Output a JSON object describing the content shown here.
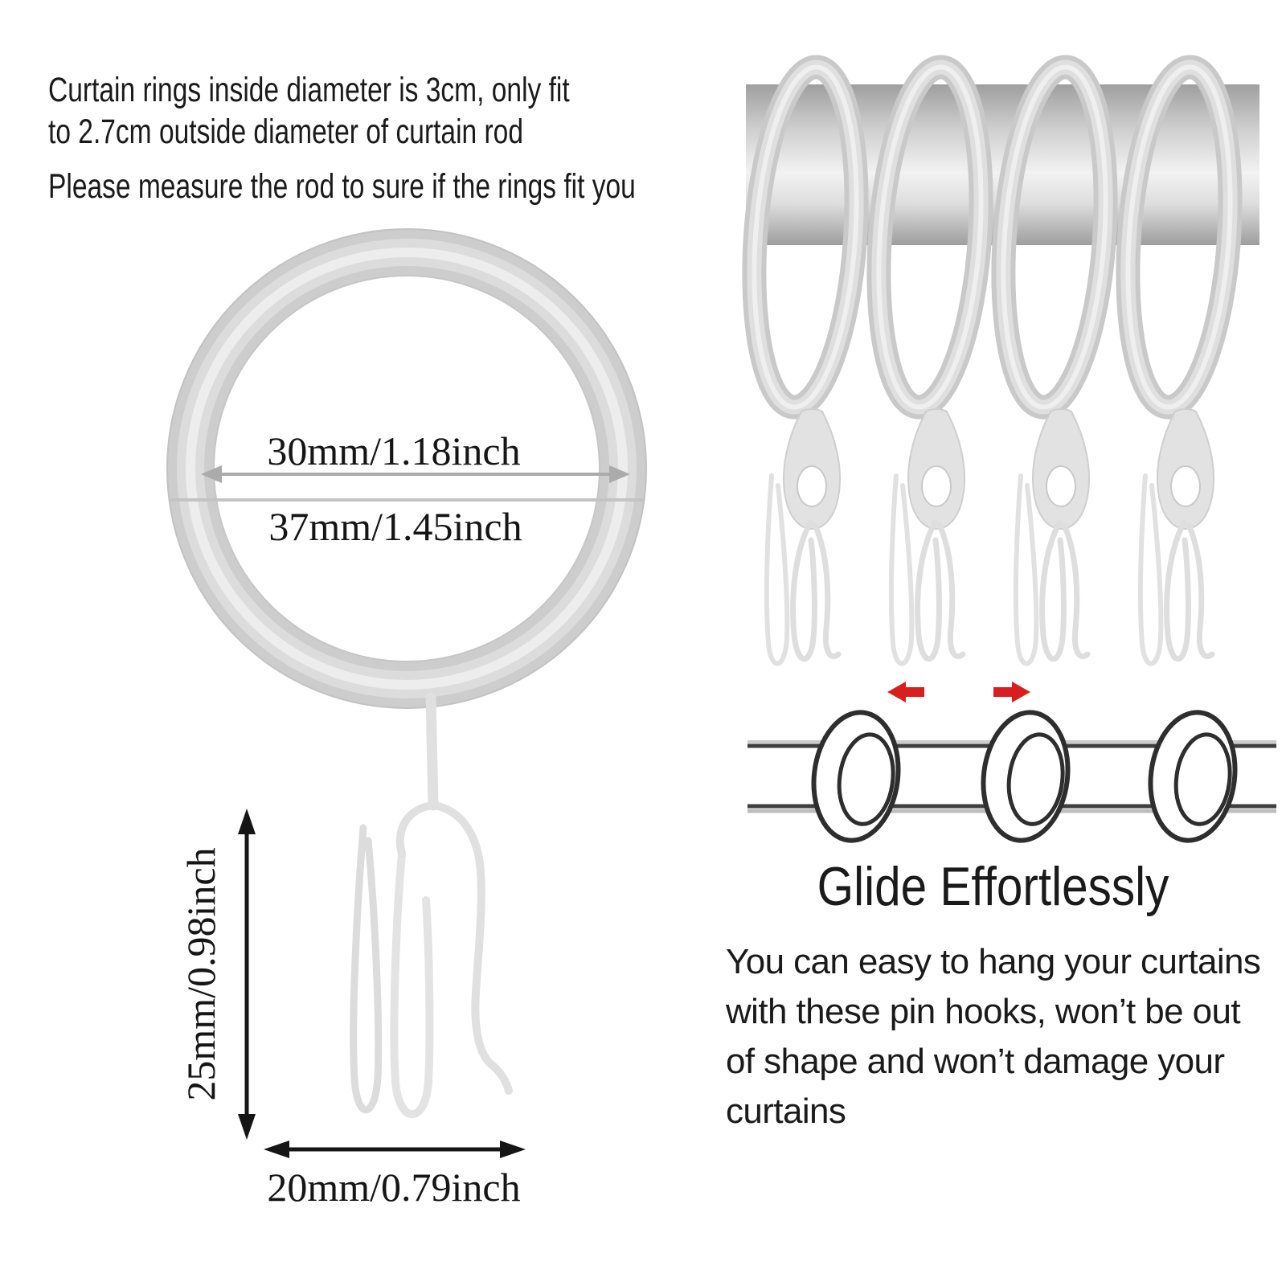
{
  "image": {
    "type": "product-infographic",
    "background": "#ffffff"
  },
  "left_column": {
    "note1_lines": [
      "Curtain rings inside diameter is 3cm, only fit",
      "to 2.7cm outside diameter of curtain rod"
    ],
    "note2": "Please measure the rod to sure if the rings fit you",
    "ring_diagram": {
      "inner_diameter": "30mm/1.18inch",
      "outer_diameter": "37mm/1.45inch"
    },
    "hook_diagram": {
      "height": "25mm/0.98inch",
      "width": "20mm/0.79inch"
    }
  },
  "right_column": {
    "heading": "Glide Effortlessly",
    "body_lines": [
      "You can easy to hang your curtains",
      "with these pin hooks, won’t be out",
      "of shape and won’t damage your",
      "curtains"
    ]
  },
  "icons": {
    "glide_left_arrow": "left-arrow",
    "glide_right_arrow": "right-arrow",
    "dimension_arrows": "double-headed-arrow"
  },
  "colors": {
    "text": "#1a1a1a",
    "metal_gray": "#d5d5d5",
    "metal_gray_dark": "#c6c6c6",
    "metal_gray_light": "#ececec",
    "dimension_gray": "#ababab",
    "dimension_black": "#151515",
    "red_arrow": "#d81e1e",
    "outline_dark": "#2e2e2e"
  }
}
